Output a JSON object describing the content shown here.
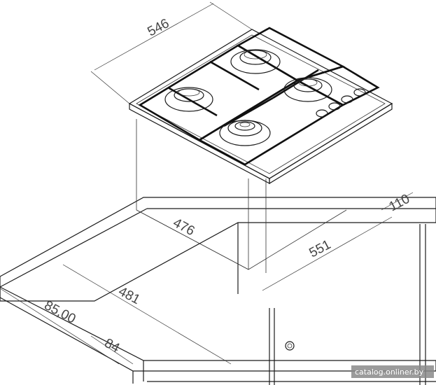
{
  "dimensions": {
    "hob_width": "546",
    "cutout_depth": "476",
    "hob_depth": "551",
    "side_clearance": "110",
    "cutout_width": "481",
    "worktop_front": "85,00",
    "front_offset": "84"
  },
  "watermark": "catalog.onliner.by",
  "colors": {
    "line": "#1a1a1a",
    "dimension": "#444444",
    "watermark_bg": "#8a8a8a"
  }
}
